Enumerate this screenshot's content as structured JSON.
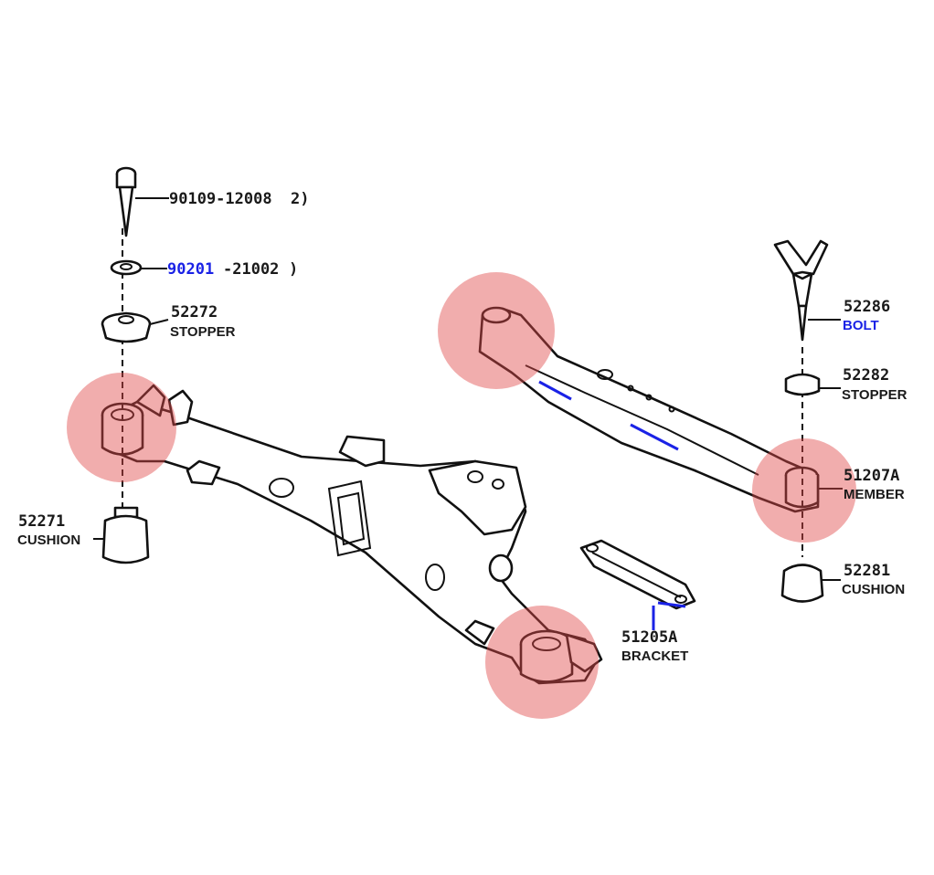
{
  "highlight_color": "#e04a4a",
  "accent_blue": "#1a22e6",
  "parts": {
    "bolt_top": {
      "number": "90109-12008",
      "qty": "2)"
    },
    "washer": {
      "number_prefix": "90201",
      "number_suffix": "-21002",
      "qty": ")"
    },
    "stopper_left": {
      "number": "52272",
      "name": "STOPPER"
    },
    "cushion_left": {
      "number": "52271",
      "name": "CUSHION"
    },
    "bolt_right": {
      "number": "52286",
      "name": "BOLT"
    },
    "stopper_right": {
      "number": "52282",
      "name": "STOPPER"
    },
    "member": {
      "number": "51207A",
      "name": "MEMBER"
    },
    "cushion_right": {
      "number": "52281",
      "name": "CUSHION"
    },
    "bracket": {
      "number": "51205A",
      "name": "BRACKET"
    }
  }
}
